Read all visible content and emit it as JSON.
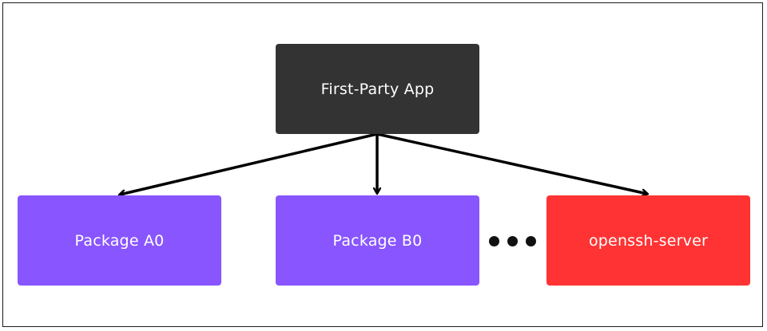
{
  "diagram": {
    "nodes": [
      {
        "id": "root",
        "label": "First-Party App",
        "color": "#333333"
      },
      {
        "id": "a0",
        "label": "Package A0",
        "color": "#8855ff"
      },
      {
        "id": "b0",
        "label": "Package B0",
        "color": "#8855ff"
      },
      {
        "id": "ssh",
        "label": "openssh-server",
        "color": "#ff3333"
      }
    ],
    "edges": [
      {
        "from": "root",
        "to": "a0"
      },
      {
        "from": "root",
        "to": "b0"
      },
      {
        "from": "root",
        "to": "ssh"
      }
    ],
    "ellipsis": {
      "icon": "ellipsis-icon",
      "color": "#111111"
    },
    "edge_color": "#000000"
  }
}
